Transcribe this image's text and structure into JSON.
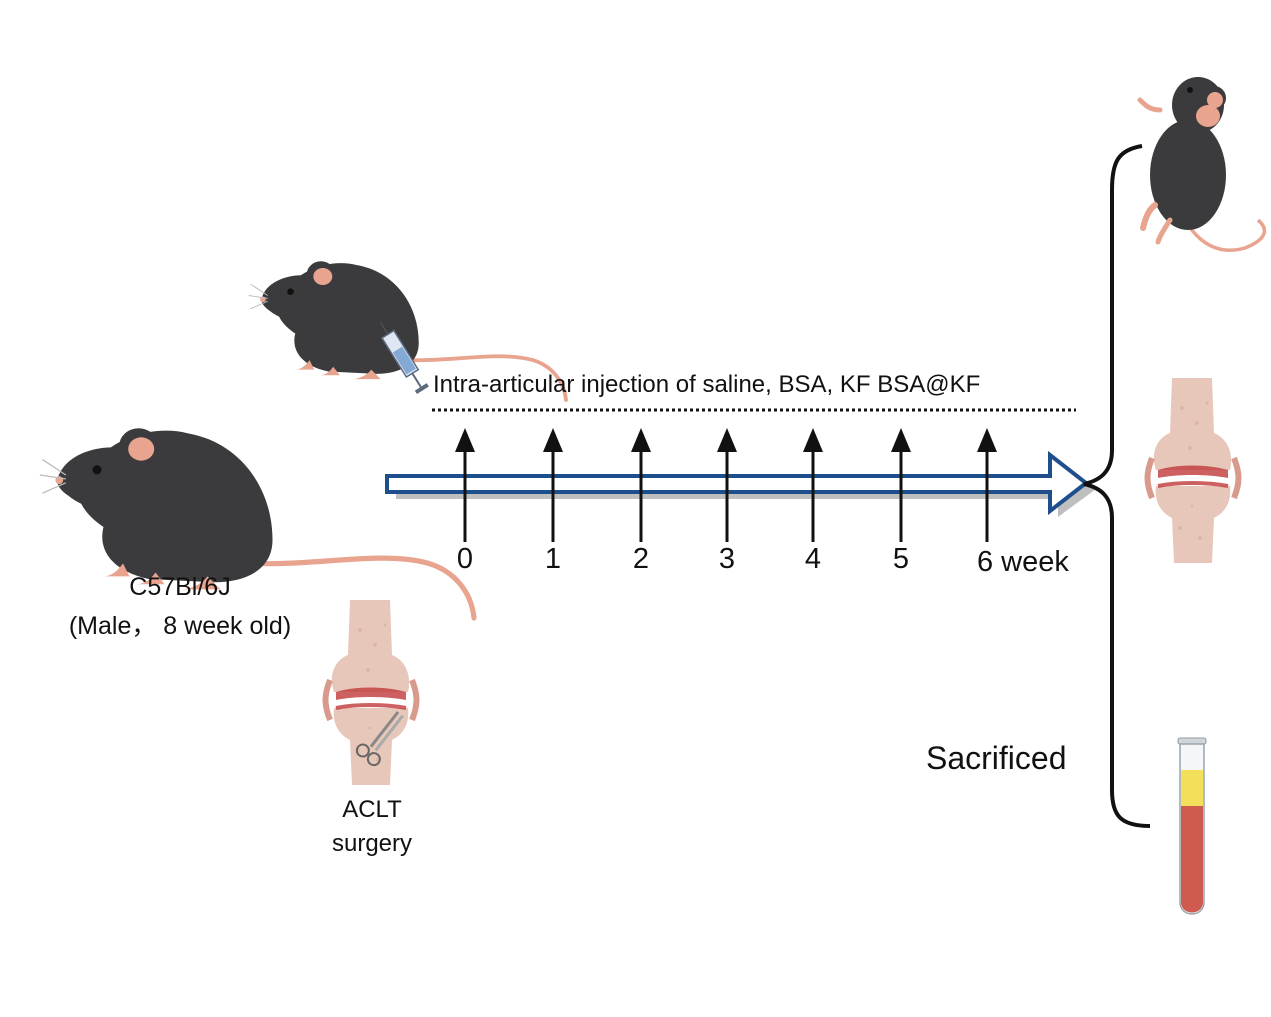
{
  "strain": {
    "name": "C57Bl/6J",
    "detail": "(Male， 8 week old)"
  },
  "surgery": {
    "line1": "ACLT",
    "line2": "surgery"
  },
  "injection": {
    "label": "Intra-articular injection of saline, BSA, KF BSA@KF"
  },
  "timeline": {
    "ticks": [
      "0",
      "1",
      "2",
      "3",
      "4",
      "5",
      "6 week"
    ]
  },
  "outcome": {
    "label": "Sacrificed"
  },
  "colors": {
    "mouse_body": "#3b3b3d",
    "mouse_skin": "#e8a48f",
    "arrow_outline": "#1f4e8c",
    "bone": "#e7c7b9",
    "cartilage_damage": "#c0393b",
    "plasma": "#f2e05b",
    "blood": "#cf5b4f"
  },
  "icons": [
    "mouse-icon",
    "syringe-icon",
    "knee-joint-icon",
    "scissors-icon",
    "blood-tube-icon"
  ]
}
